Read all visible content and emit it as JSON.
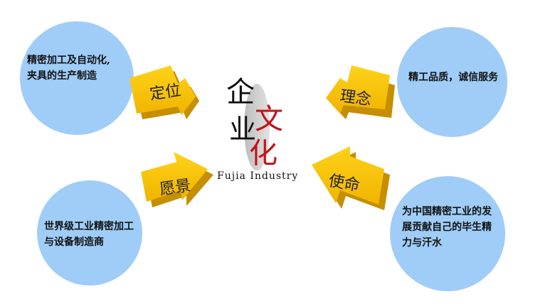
{
  "center": {
    "chars": [
      {
        "text": "企",
        "color": "#111111"
      },
      {
        "text": "业",
        "color": "#111111"
      },
      {
        "text": "文",
        "color": "#c0141a"
      },
      {
        "text": "化",
        "color": "#c0141a"
      }
    ],
    "subtitle": "Fujia Industry"
  },
  "nodes": {
    "top_left": {
      "arrow_label": "定位",
      "lines": [
        "精密加工及自动化,",
        "夹具的生产制造"
      ]
    },
    "top_right": {
      "arrow_label": "理念",
      "lines": [
        "精工品质，诚信服务"
      ]
    },
    "bottom_left": {
      "arrow_label": "愿景",
      "lines": [
        "世界级工业精密加工",
        "与设备制造商"
      ]
    },
    "bottom_right": {
      "arrow_label": "使命",
      "lines": [
        "为中国精密工业的发",
        "展贡献自己的毕生精",
        "力与汗水"
      ]
    }
  },
  "colors": {
    "circle": "#9fcdf7",
    "arrow": "#f5c000",
    "arrow_dark": "#c58f00",
    "accent_red": "#c0141a"
  }
}
